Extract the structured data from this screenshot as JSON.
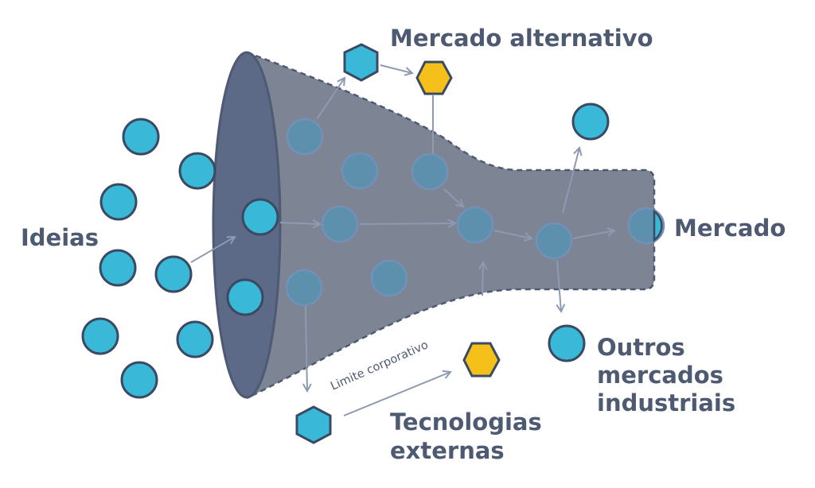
{
  "labels": {
    "ideas": "Ideias",
    "alt_market": "Mercado alternativo",
    "market": "Mercado",
    "other_markets": [
      "Outros",
      "mercados",
      "industriais"
    ],
    "external_tech": [
      "Tecnologias",
      "externas"
    ],
    "boundary": "Limite corporativo"
  },
  "colors": {
    "idea_fill": "#3ab8d8",
    "idea_stroke": "#3b4a63",
    "funnel_body": "#7d8595",
    "funnel_mouth": "#5c6987",
    "inner_circle": "#5c90ad",
    "arrow": "#8e9ab2",
    "hex_blue": "#3ab8d8",
    "hex_yellow": "#f5c01a",
    "text": "#4e5a72"
  }
}
